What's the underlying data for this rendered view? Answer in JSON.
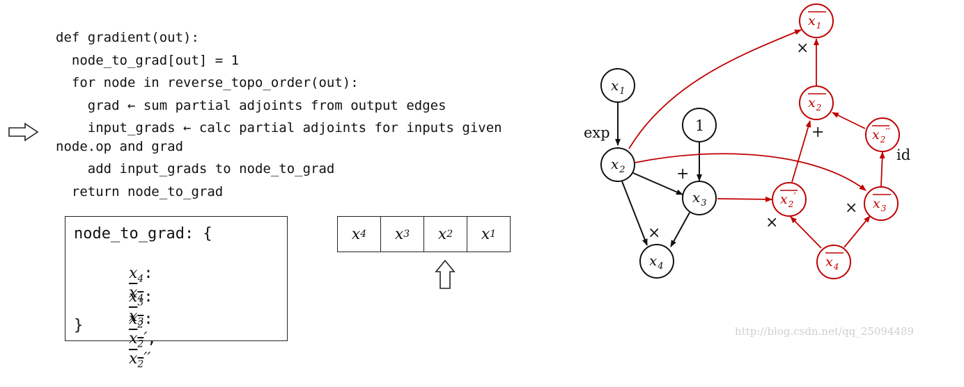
{
  "code": {
    "line1": "def gradient(out):",
    "line2": "  node_to_grad[out] = 1",
    "line3": "  for node in reverse_topo_order(out):",
    "line4": "    grad ← sum partial adjoints from output edges",
    "line5": "    input_grads ← calc partial adjoints for inputs given",
    "line6": "node.op and grad",
    "line7": "    add input_grads to node_to_grad",
    "line8": "  return node_to_grad"
  },
  "dict_box": {
    "open": "node_to_grad: {",
    "close": "}",
    "entries": [
      {
        "key": "x",
        "key_sub": "4",
        "val": "x",
        "val_sub": "4",
        "val_prime": ""
      },
      {
        "key": "x",
        "key_sub": "3",
        "val": "x",
        "val_sub": "3",
        "val_prime": ""
      },
      {
        "key": "x",
        "key_sub": "2",
        "val": "x",
        "val_sub": "2",
        "val_prime": "′",
        "val2": "x",
        "val2_sub": "2",
        "val2_prime": "′′"
      }
    ]
  },
  "queue": [
    {
      "var": "x",
      "sub": "4"
    },
    {
      "var": "x",
      "sub": "3"
    },
    {
      "var": "x",
      "sub": "2"
    },
    {
      "var": "x",
      "sub": "1"
    }
  ],
  "graph": {
    "forward_nodes": [
      {
        "id": "x1",
        "var": "x",
        "sub": "1"
      },
      {
        "id": "x2",
        "var": "x",
        "sub": "2"
      },
      {
        "id": "x3",
        "var": "x",
        "sub": "3"
      },
      {
        "id": "x4",
        "var": "x",
        "sub": "4"
      },
      {
        "id": "one",
        "var": "1",
        "sub": ""
      }
    ],
    "backward_nodes": [
      {
        "id": "b1",
        "var": "x",
        "sub": "1",
        "prime": ""
      },
      {
        "id": "b2",
        "var": "x",
        "sub": "2",
        "prime": ""
      },
      {
        "id": "b2pp",
        "var": "x",
        "sub": "2",
        "prime": "′′"
      },
      {
        "id": "b2p",
        "var": "x",
        "sub": "2",
        "prime": "′"
      },
      {
        "id": "b3",
        "var": "x",
        "sub": "3",
        "prime": ""
      },
      {
        "id": "b4",
        "var": "x",
        "sub": "4",
        "prime": ""
      }
    ],
    "op_labels": {
      "exp": "exp",
      "plus_fwd": "+",
      "times_fwd": "×",
      "times_b1": "×",
      "plus_b2": "+",
      "id_b2pp": "id",
      "times_b2p": "×",
      "times_b3": "×"
    }
  },
  "colors": {
    "black": "#111111",
    "red": "#c00000"
  },
  "watermark": "http://blog.csdn.net/qq_25094489"
}
